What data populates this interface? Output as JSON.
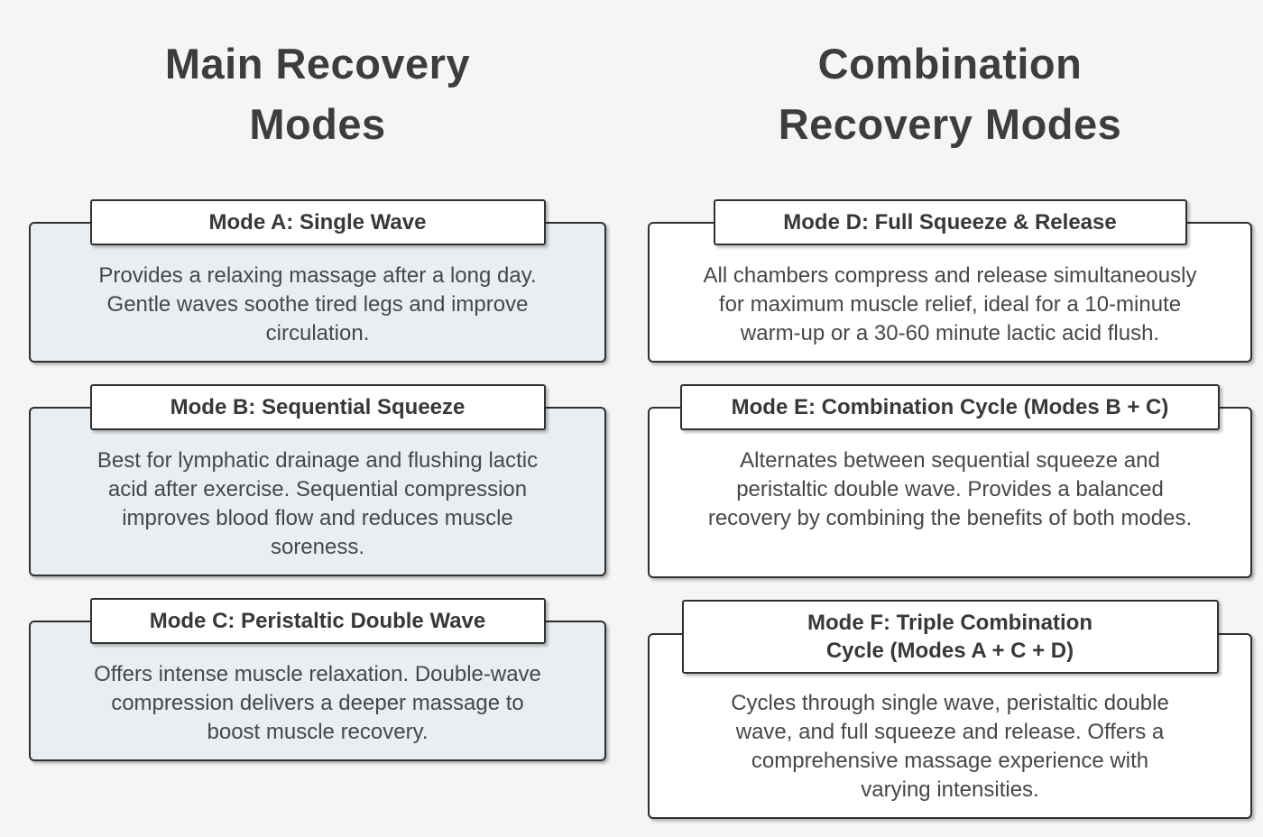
{
  "colors": {
    "background": "#f5f5f6",
    "card_left_bg": "#e8eef2",
    "card_right_bg": "#ffffff",
    "border": "#303030",
    "heading_text": "#3d3d3d",
    "title_text": "#383838",
    "body_text": "#474747"
  },
  "columns": [
    {
      "title": "Main Recovery\nModes",
      "cards": [
        {
          "title": "Mode A: Single Wave",
          "body": "Provides a relaxing massage after a long day.\nGentle waves soothe tired legs and improve\ncirculation."
        },
        {
          "title": "Mode B: Sequential Squeeze",
          "body": "Best for lymphatic drainage and flushing lactic\nacid after exercise. Sequential compression\nimproves blood flow and reduces muscle\nsoreness."
        },
        {
          "title": "Mode C: Peristaltic Double Wave",
          "body": "Offers intense muscle relaxation. Double-wave\ncompression delivers a deeper massage to\nboost muscle recovery."
        }
      ]
    },
    {
      "title": "Combination\nRecovery Modes",
      "cards": [
        {
          "title": "Mode D: Full Squeeze & Release",
          "body": "All chambers compress and release simultaneously\nfor maximum muscle relief, ideal for a 10-minute\nwarm-up or a 30-60 minute lactic acid flush."
        },
        {
          "title": "Mode E: Combination Cycle (Modes B + C)",
          "body": "Alternates between sequential squeeze and\nperistaltic double wave. Provides a balanced\nrecovery by combining the benefits of both modes."
        },
        {
          "title": "Mode F: Triple Combination\nCycle (Modes A + C + D)",
          "body": "Cycles through single wave, peristaltic double\nwave, and full squeeze and release. Offers a\ncomprehensive massage experience with\nvarying intensities."
        }
      ]
    }
  ]
}
